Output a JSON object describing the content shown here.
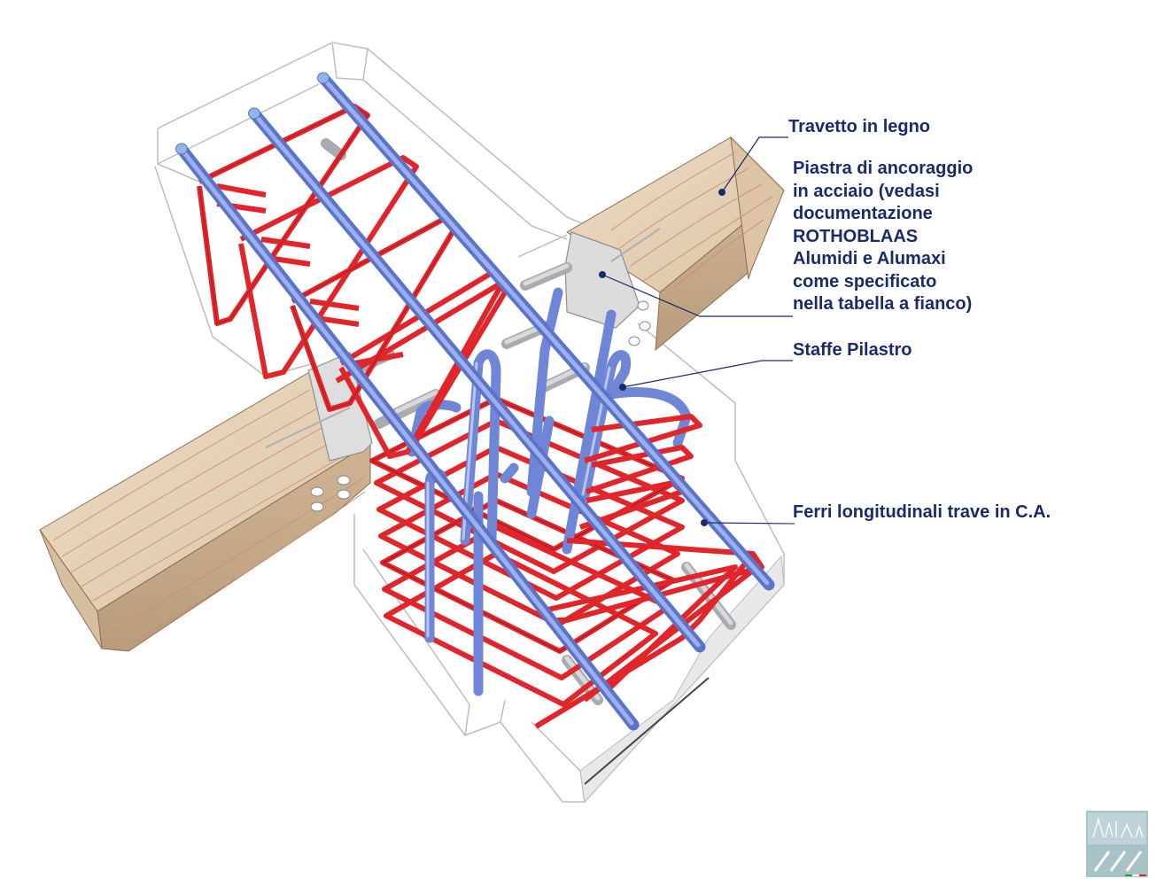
{
  "labels": {
    "travetto": "Travetto in legno",
    "piastra": "Piastra di ancoraggio\nin acciaio (vedasi\ndocumentazione\nROTHOBLAAS\nAlumidi e  Alumaxi\ncome specificato\nnella tabella a fianco)",
    "staffe": "Staffe Pilastro",
    "ferri": "Ferri longitudinali trave in C.A."
  },
  "colors": {
    "label_text": "#1b2a6b",
    "stirrups": "#e0262b",
    "longitudinal_bars": "#6f86d6",
    "wood": "#e6d2b8",
    "wood_dark": "#cdb396",
    "steel_pins": "#c9cbd0",
    "outline": "#b8b8b8"
  },
  "icons": {
    "logo": "company-logo-icon"
  }
}
